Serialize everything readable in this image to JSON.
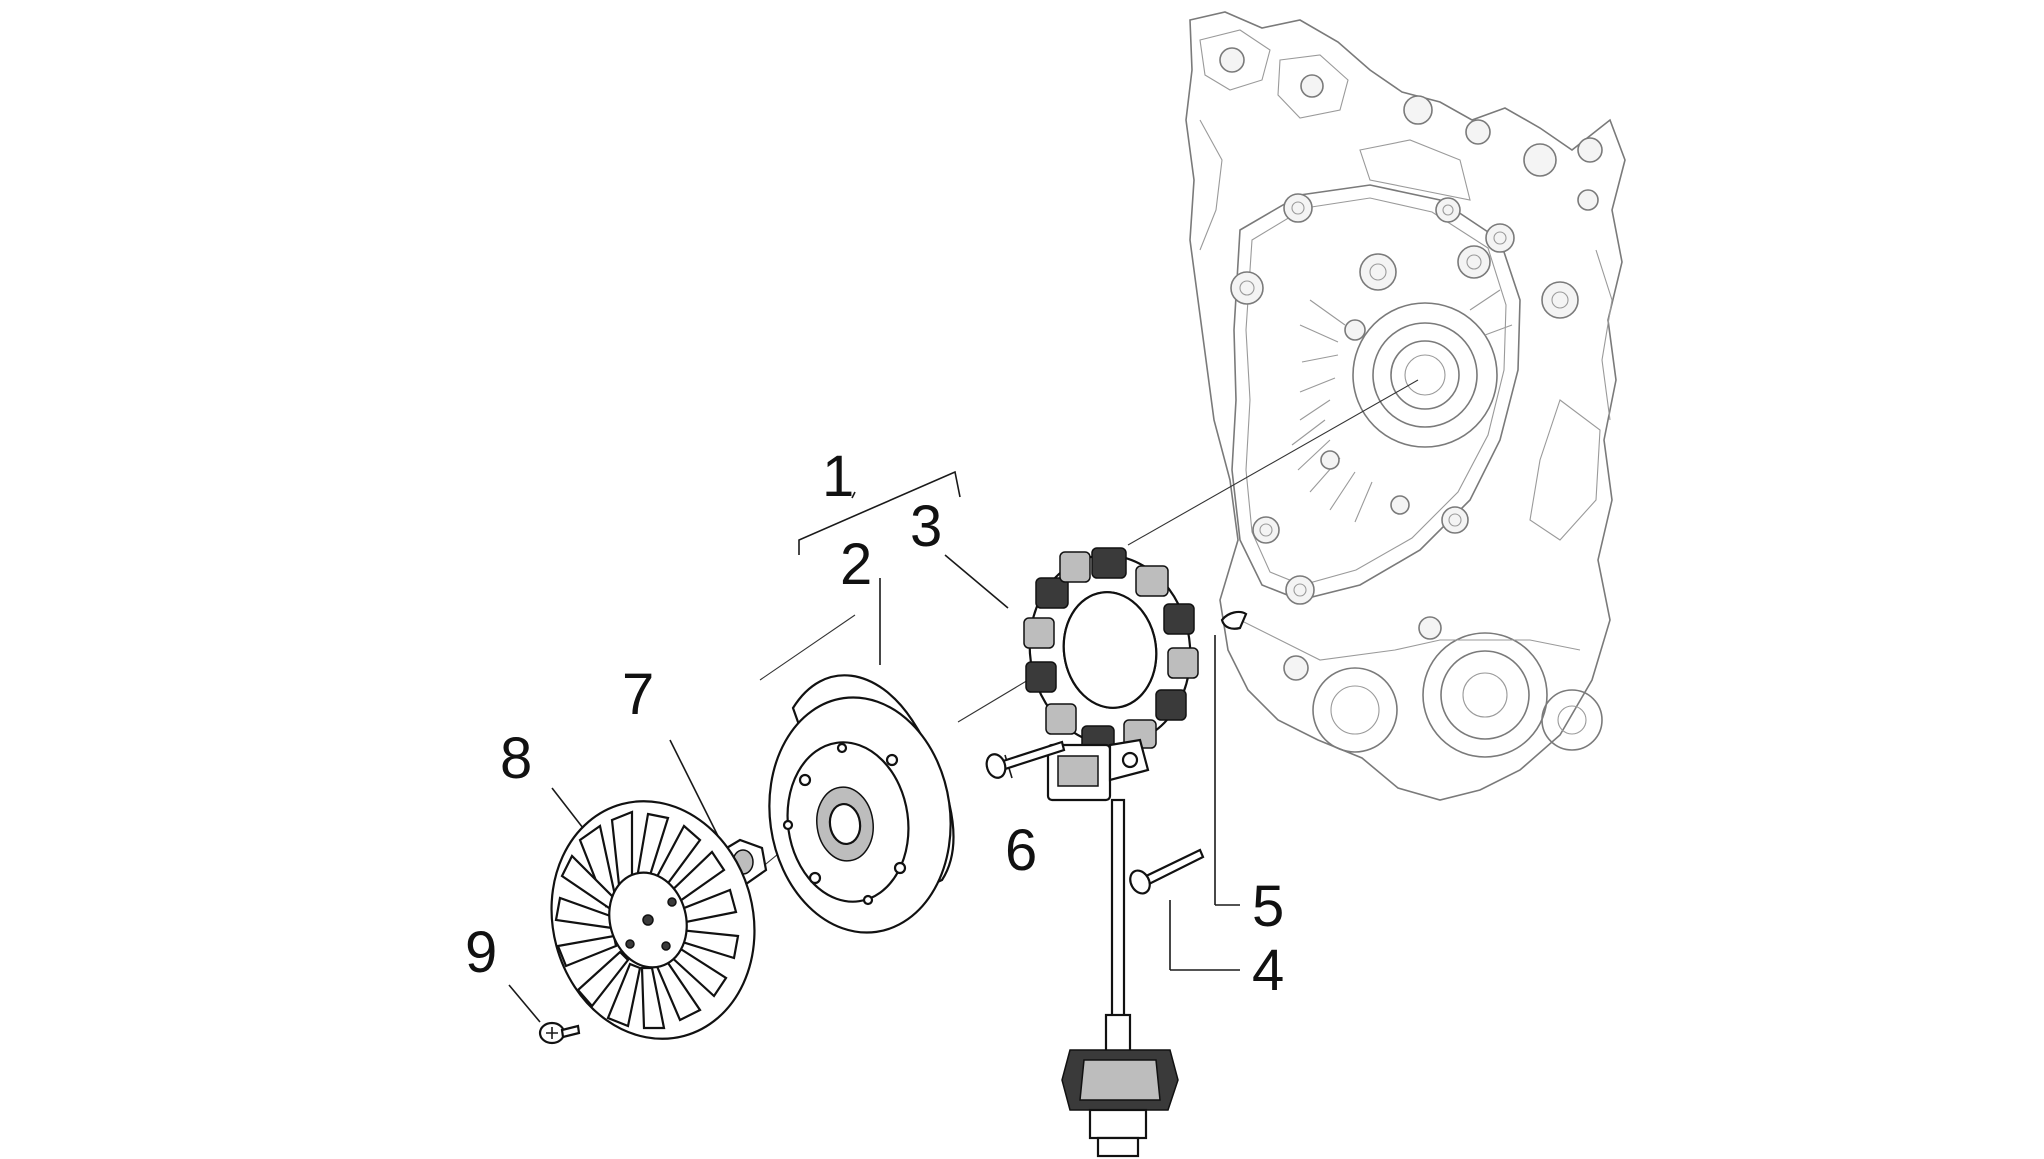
{
  "callouts": [
    {
      "id": "1",
      "label": "1"
    },
    {
      "id": "2",
      "label": "2"
    },
    {
      "id": "3",
      "label": "3"
    },
    {
      "id": "4",
      "label": "4"
    },
    {
      "id": "5",
      "label": "5"
    },
    {
      "id": "6",
      "label": "6"
    },
    {
      "id": "7",
      "label": "7"
    },
    {
      "id": "8",
      "label": "8"
    },
    {
      "id": "9",
      "label": "9"
    }
  ],
  "parts": [
    {
      "callout": "2",
      "icon": "flywheel-rotor-icon"
    },
    {
      "callout": "3",
      "icon": "stator-coil-icon"
    },
    {
      "callout": "4",
      "icon": "screw-icon"
    },
    {
      "callout": "5",
      "icon": "woodruff-key-icon"
    },
    {
      "callout": "6",
      "icon": "screw-icon"
    },
    {
      "callout": "7",
      "icon": "nut-icon"
    },
    {
      "callout": "8",
      "icon": "cooling-fan-icon"
    },
    {
      "callout": "9",
      "icon": "screw-icon"
    }
  ],
  "background": {
    "icon": "engine-crankcase-icon"
  }
}
